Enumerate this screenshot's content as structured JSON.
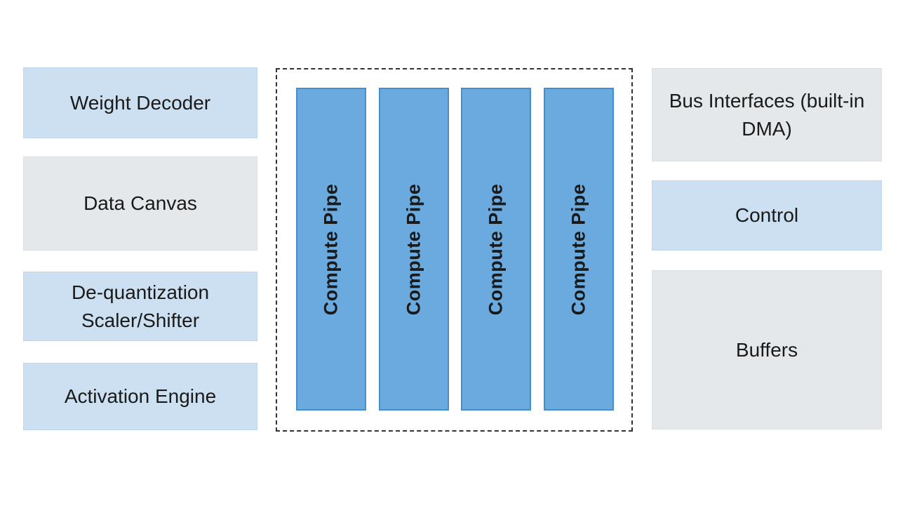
{
  "diagram": {
    "left_blocks": [
      {
        "label": "Weight Decoder",
        "tone": "blue"
      },
      {
        "label": "Data Canvas",
        "tone": "gray"
      },
      {
        "label": "De-quantization Scaler/Shifter",
        "tone": "blue"
      },
      {
        "label": "Activation Engine",
        "tone": "blue"
      }
    ],
    "compute_cluster": {
      "pipes": [
        {
          "label": "Compute Pipe"
        },
        {
          "label": "Compute Pipe"
        },
        {
          "label": "Compute Pipe"
        },
        {
          "label": "Compute Pipe"
        }
      ]
    },
    "right_blocks": [
      {
        "label": "Bus Interfaces (built-in DMA)",
        "tone": "gray"
      },
      {
        "label": "Control",
        "tone": "blue"
      },
      {
        "label": "Buffers",
        "tone": "gray"
      }
    ],
    "colors": {
      "block_light_blue": "#cce0f2",
      "block_light_gray": "#e5e8ea",
      "pipe_fill": "#6baade",
      "pipe_border": "#4590cc",
      "dashed_outline": "#333333",
      "text": "#1a1a1a",
      "background": "#ffffff"
    }
  }
}
